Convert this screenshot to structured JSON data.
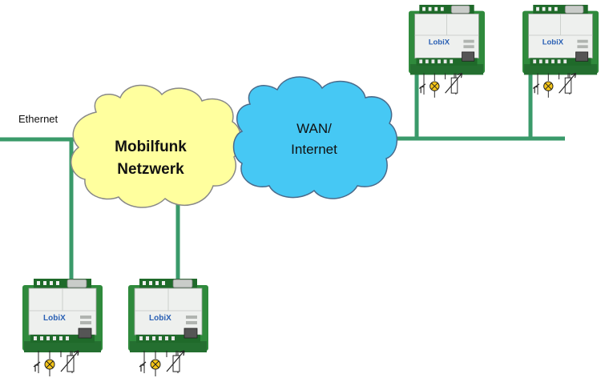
{
  "labels": {
    "ethernet": "Ethernet",
    "cloud_mobile_line1": "Mobilfunk",
    "cloud_mobile_line2": "Netzwerk",
    "cloud_wan_line1": "WAN/",
    "cloud_wan_line2": "Internet",
    "device_brand": "LobiX"
  },
  "colors": {
    "line": "#3a9a6a",
    "cloud_mobile": "#ffff9e",
    "cloud_wan": "#46c8f4",
    "device_green": "#2f8a3c",
    "device_body": "#eef0ee",
    "brand": "#2a60b4"
  }
}
